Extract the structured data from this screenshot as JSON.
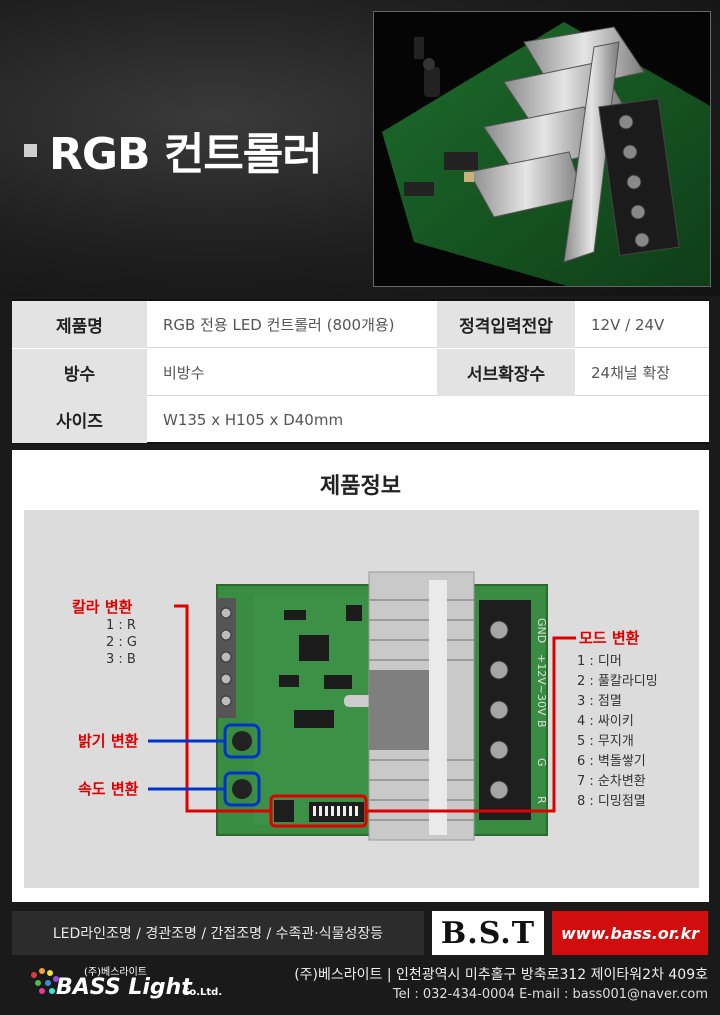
{
  "header": {
    "title": "RGB 컨트롤러"
  },
  "spec": {
    "rows": [
      {
        "label1": "제품명",
        "value1": "RGB 전용 LED 컨트롤러 (800개용)",
        "label2": "정격입력전압",
        "value2": "12V / 24V"
      },
      {
        "label1": "방수",
        "value1": "비방수",
        "label2": "서브확장수",
        "value2": "24채널 확장"
      },
      {
        "label1": "사이즈",
        "value1": "W135 x H105 x D40mm"
      }
    ]
  },
  "info": {
    "title": "제품정보",
    "color_change": {
      "title": "칼라 변환",
      "items": [
        "1 : R",
        "2 : G",
        "3 : B"
      ]
    },
    "brightness": "밝기 변환",
    "speed": "속도 변환",
    "mode_change": {
      "title": "모드 변환",
      "items": [
        "1 : 디머",
        "2 : 풀칼라디밍",
        "3 : 점멸",
        "4 : 싸이키",
        "5 : 무지개",
        "6 : 벽돌쌓기",
        "7 : 순차변환",
        "8 : 디밍점멸"
      ]
    },
    "terminal_labels": [
      "GND",
      "+12V~30V",
      "B",
      "G",
      "R"
    ]
  },
  "footer": {
    "tags": "LED라인조명 / 경관조명 / 간접조명 / 수족관·식물성장등",
    "bst": "B.S.T",
    "website": "www.bass.or.kr",
    "logo_small": "(주)베스라이트",
    "logo_main": "BASS Light",
    "logo_suffix": "Co.Ltd.",
    "company": "(주)베스라이트  |  인천광역시 미추홀구 방축로312 제이타워2차 409호",
    "contact": "Tel : 032-434-0004    E-mail : bass001@naver.com"
  },
  "colors": {
    "accent_red": "#e00000",
    "line_blue": "#0033cc",
    "brand_red": "#d10e0e",
    "pcb_green": "#2f8a3a"
  }
}
